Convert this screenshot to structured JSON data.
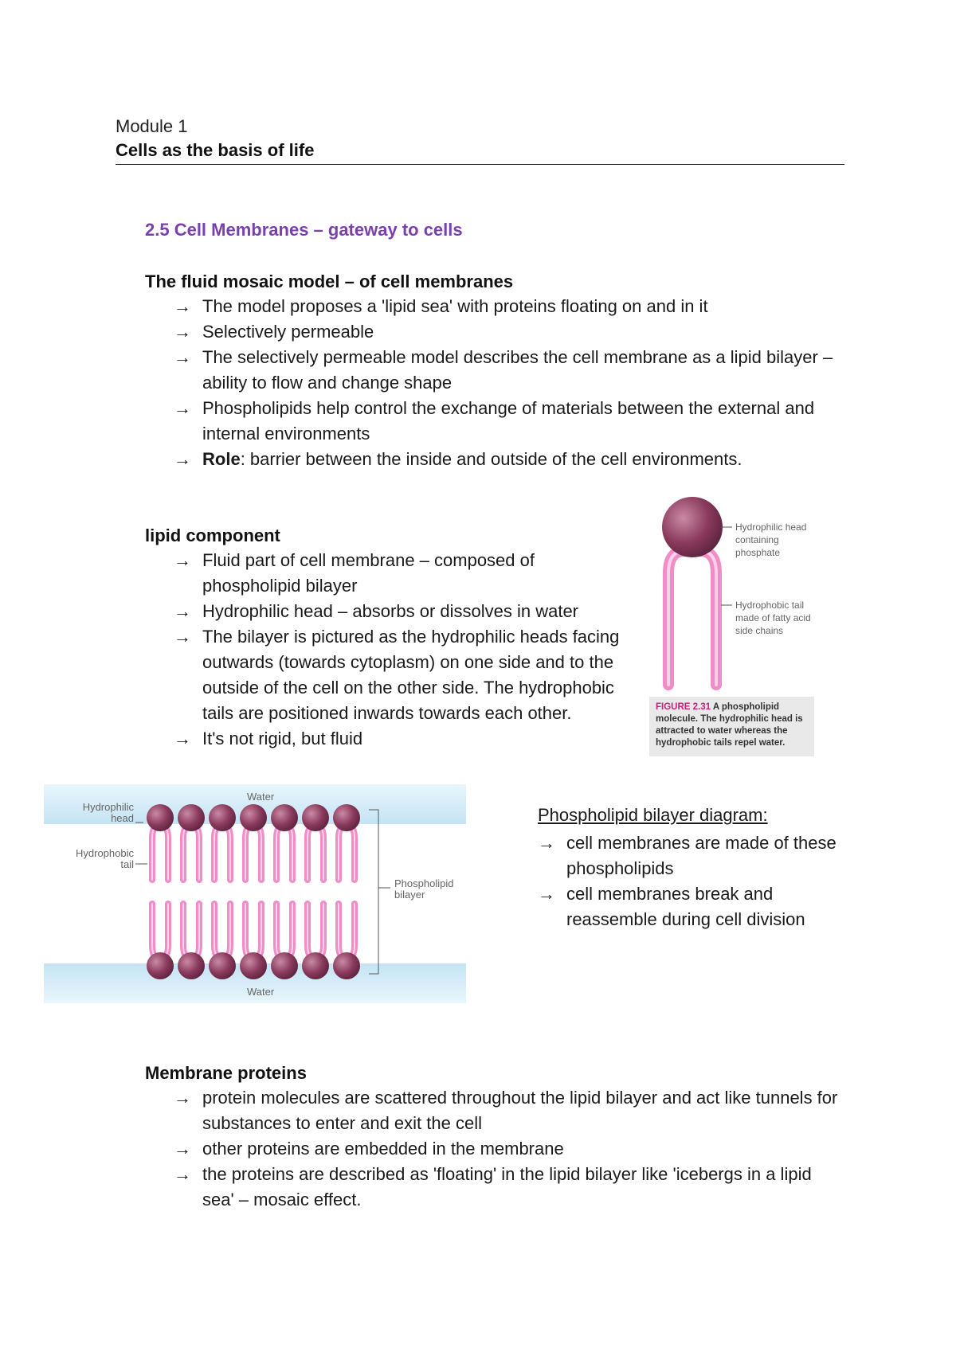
{
  "header": {
    "module": "Module 1",
    "course": "Cells as the basis of life"
  },
  "section_title": "2.5 Cell Membranes – gateway to cells",
  "fluid_mosaic": {
    "heading": "The fluid mosaic model – of cell membranes",
    "arrow": "→",
    "items": [
      "The model proposes a 'lipid sea' with proteins floating on and in it",
      "Selectively permeable",
      "The selectively permeable model describes the cell membrane as a lipid bilayer – ability to flow and change shape",
      "Phospholipids help control the exchange of materials between the external and internal environments"
    ],
    "role_label": "Role",
    "role_text": ": barrier between the inside and outside of the cell environments."
  },
  "lipid_component": {
    "heading": "lipid component",
    "items": [
      "Fluid part of cell membrane – composed of phospholipid bilayer",
      "Hydrophilic head – absorbs or dissolves in water",
      "The bilayer is pictured as the hydrophilic heads facing outwards (towards cytoplasm) on one side and to the outside of the cell on the other side. The hydrophobic tails are positioned inwards towards each other.",
      "It's not rigid, but fluid"
    ]
  },
  "figure_2_31": {
    "head_label": "Hydrophilic head containing phosphate",
    "tail_label": "Hydrophobic tail made of fatty acid side chains",
    "caption_num": "FIGURE 2.31",
    "caption_text": "A phospholipid molecule. The hydrophilic head is attracted to water whereas the hydrophobic tails repel water.",
    "colors": {
      "head": "#8a3a5c",
      "tail": "#f08cc6",
      "caption_num": "#c0237a"
    }
  },
  "bilayer_figure": {
    "water_top": "Water",
    "water_bottom": "Water",
    "head_label_line1": "Hydrophilic",
    "head_label_line2": "head",
    "tail_label_line1": "Hydrophobic",
    "tail_label_line2": "tail",
    "bilayer_label_line1": "Phospholipid",
    "bilayer_label_line2": "bilayer",
    "molecule_count": 7,
    "colors": {
      "water": "#cfe9f6"
    }
  },
  "bilayer_notes": {
    "title": "Phospholipid bilayer diagram:",
    "items": [
      "cell membranes are made of these phospholipids",
      "cell membranes break and reassemble during cell division"
    ]
  },
  "membrane_proteins": {
    "heading": "Membrane proteins",
    "items": [
      "protein molecules are scattered throughout the lipid bilayer and act like tunnels for substances to enter and exit the cell",
      "other proteins are embedded in the membrane",
      "the proteins are described as 'floating' in the lipid bilayer like 'icebergs in a lipid sea' – mosaic effect."
    ]
  }
}
